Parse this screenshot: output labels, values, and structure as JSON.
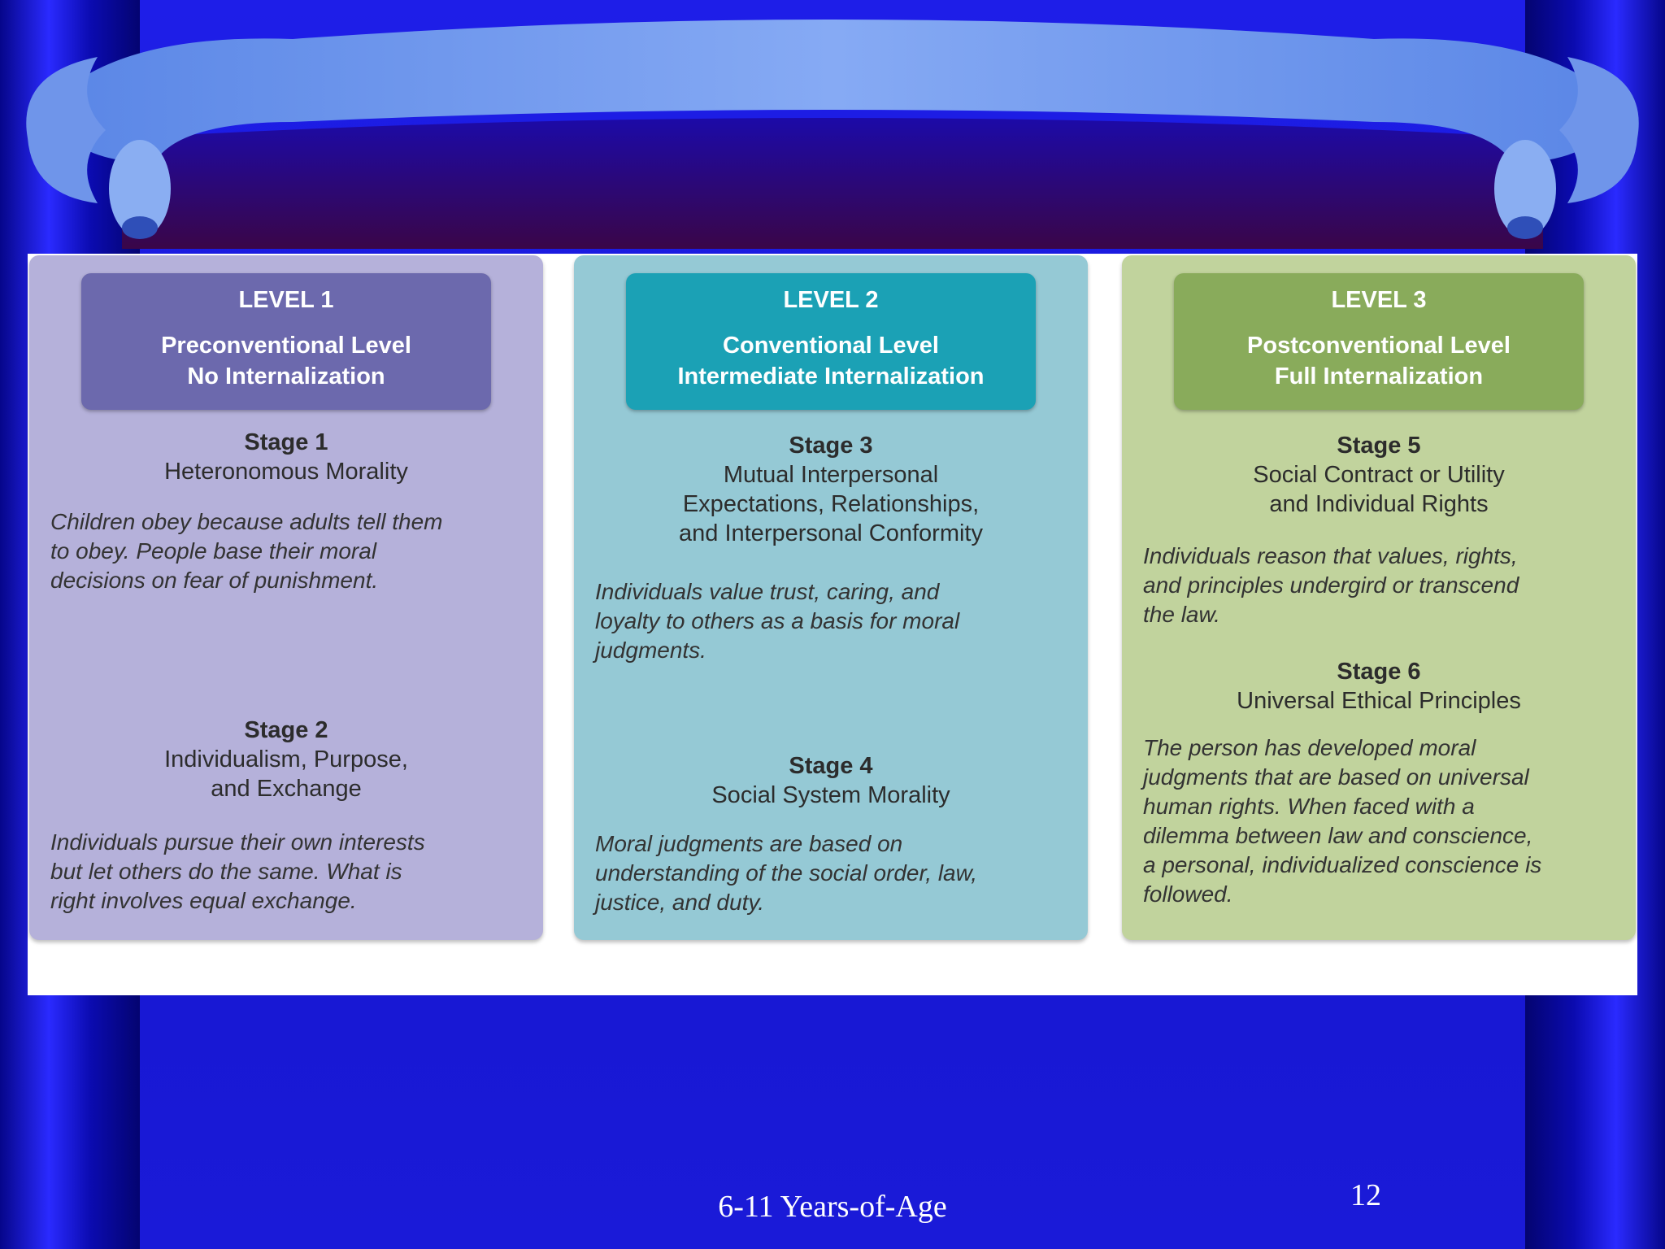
{
  "levels": [
    {
      "level": "LEVEL 1",
      "title": "Preconventional Level",
      "subtitle": "No Internalization",
      "stages": [
        {
          "name": "Stage 1",
          "title": [
            "Heteronomous Morality"
          ],
          "desc": [
            "Children obey because adults tell them",
            "to obey. People base their moral",
            "decisions on fear of punishment."
          ]
        },
        {
          "name": "Stage 2",
          "title": [
            "Individualism, Purpose,",
            "and Exchange"
          ],
          "desc": [
            "Individuals pursue their own interests",
            "but let others do the same. What is",
            "right involves equal exchange."
          ]
        }
      ]
    },
    {
      "level": "LEVEL 2",
      "title": "Conventional Level",
      "subtitle": "Intermediate Internalization",
      "stages": [
        {
          "name": "Stage 3",
          "title": [
            "Mutual Interpersonal",
            "Expectations, Relationships,",
            "and Interpersonal Conformity"
          ],
          "desc": [
            "Individuals value trust, caring, and",
            "loyalty to others as a basis for moral",
            "judgments."
          ]
        },
        {
          "name": "Stage 4",
          "title": [
            "Social System Morality"
          ],
          "desc": [
            "Moral judgments are based on",
            "understanding of the social order, law,",
            "justice, and duty."
          ]
        }
      ]
    },
    {
      "level": "LEVEL 3",
      "title": "Postconventional Level",
      "subtitle": "Full Internalization",
      "stages": [
        {
          "name": "Stage 5",
          "title": [
            "Social Contract or Utility",
            "and Individual Rights"
          ],
          "desc": [
            "Individuals reason that values, rights,",
            "and principles undergird or transcend",
            "the law."
          ]
        },
        {
          "name": "Stage 6",
          "title": [
            "Universal Ethical Principles"
          ],
          "desc": [
            "The person has developed moral",
            "judgments that are based on universal",
            "human rights. When faced with a",
            "dilemma between law and conscience,",
            "a personal, individualized conscience is",
            "followed."
          ]
        }
      ]
    }
  ],
  "footer": {
    "caption": "6-11 Years-of-Age",
    "page_number": "12"
  }
}
